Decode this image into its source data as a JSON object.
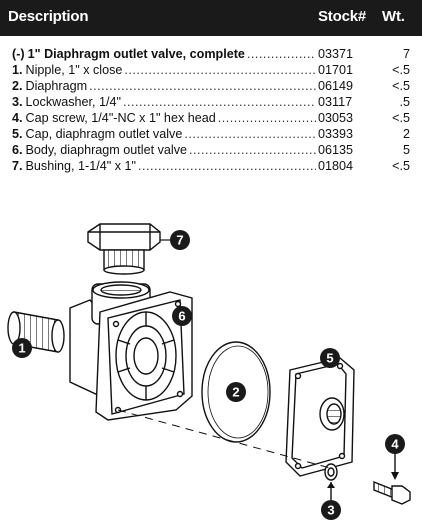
{
  "header": {
    "description": "Description",
    "stock": "Stock#",
    "weight": "Wt."
  },
  "parts": [
    {
      "num": "(-)",
      "text": "1\" Diaphragm outlet valve, complete",
      "stock": "03371",
      "weight": "7",
      "complete": true
    },
    {
      "num": "1.",
      "text": "Nipple, 1\" x close",
      "stock": "01701",
      "weight": "<.5"
    },
    {
      "num": "2.",
      "text": "Diaphragm",
      "stock": "06149",
      "weight": "<.5"
    },
    {
      "num": "3.",
      "text": "Lockwasher, 1/4\"",
      "stock": "03117",
      "weight": ".5"
    },
    {
      "num": "4.",
      "text": "Cap screw, 1/4\"-NC x 1\" hex head",
      "stock": "03053",
      "weight": "<.5"
    },
    {
      "num": "5.",
      "text": "Cap, diaphragm outlet valve",
      "stock": "03393",
      "weight": "2"
    },
    {
      "num": "6.",
      "text": "Body, diaphragm outlet valve",
      "stock": "06135",
      "weight": "5"
    },
    {
      "num": "7.",
      "text": "Bushing, 1-1/4\" x 1\"",
      "stock": "01804",
      "weight": "<.5"
    }
  ],
  "callouts": {
    "c1": "1",
    "c2": "2",
    "c3": "3",
    "c4": "4",
    "c5": "5",
    "c6": "6",
    "c7": "7"
  }
}
